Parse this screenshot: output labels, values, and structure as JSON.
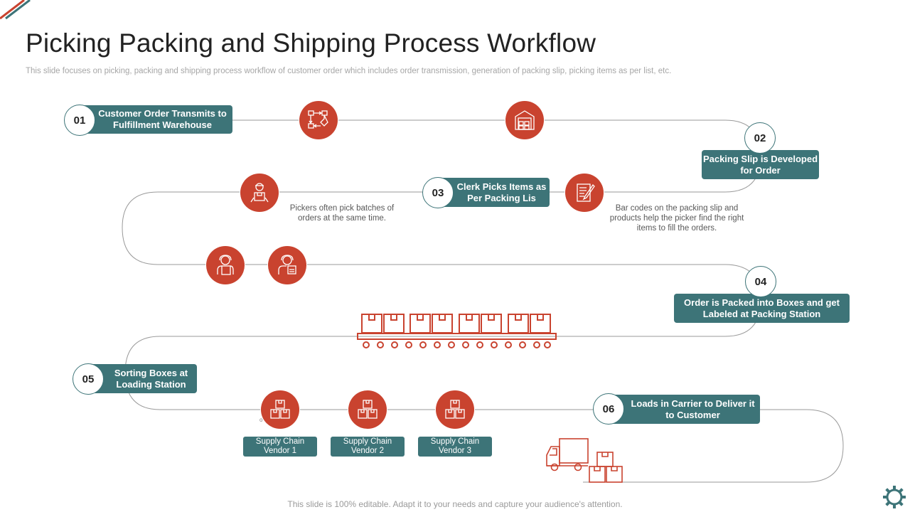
{
  "page": {
    "title": "Picking Packing and Shipping Process Workflow",
    "subtitle": "This slide focuses on picking, packing and shipping process workflow of customer order which includes order transmission, generation of packing slip, picking items as per list, etc.",
    "footer": "This slide is 100% editable. Adapt it to your needs and capture your audience's attention."
  },
  "steps": [
    {
      "number": "01",
      "label": "Customer Order Transmits to Fulfillment Warehouse"
    },
    {
      "number": "02",
      "label": "Packing Slip is Developed for Order"
    },
    {
      "number": "03",
      "label": "Clerk Picks Items as Per Packing Lis"
    },
    {
      "number": "04",
      "label": "Order is Packed into Boxes and get Labeled at Packing Station"
    },
    {
      "number": "05",
      "label": "Sorting Boxes at Loading Station"
    },
    {
      "number": "06",
      "label": "Loads in Carrier to Deliver it to Customer"
    }
  ],
  "notes": {
    "pickers": "Pickers often pick batches of orders at the same time.",
    "barcodes": "Bar codes on the packing slip and products help the picker find the right items to fill the orders."
  },
  "vendors": [
    "Supply Chain Vendor 1",
    "Supply Chain Vendor 2",
    "Supply Chain Vendor 3"
  ],
  "small_mark": "o",
  "icons": [
    "flowchart-icon",
    "warehouse-icon",
    "clipboard-icon",
    "picker-icon",
    "worker-icon",
    "worker-icon",
    "conveyor-boxes-icon",
    "boxes-icon",
    "boxes-icon",
    "boxes-icon",
    "delivery-truck-icon",
    "gear-icon"
  ],
  "colors": {
    "accent": "#c9432f",
    "teal": "#3d7478",
    "line": "#9a9a9a"
  }
}
